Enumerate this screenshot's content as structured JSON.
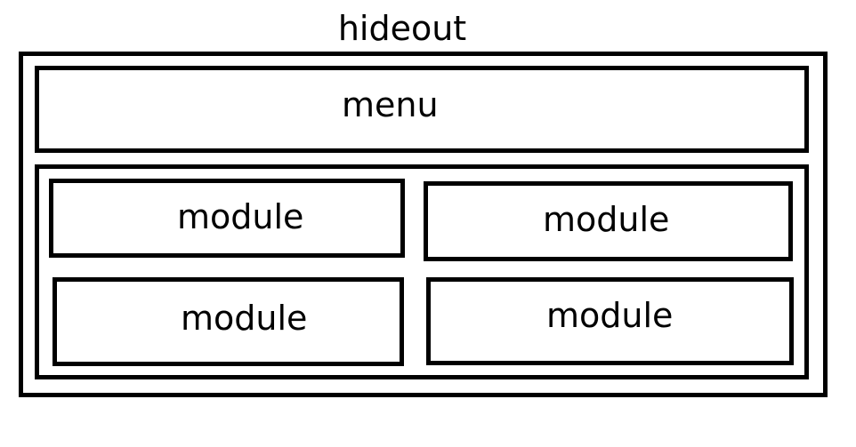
{
  "diagram": {
    "outer_label": "hideout",
    "menu_label": "menu",
    "modules": [
      {
        "label": "module"
      },
      {
        "label": "module"
      },
      {
        "label": "module"
      },
      {
        "label": "module"
      }
    ]
  }
}
